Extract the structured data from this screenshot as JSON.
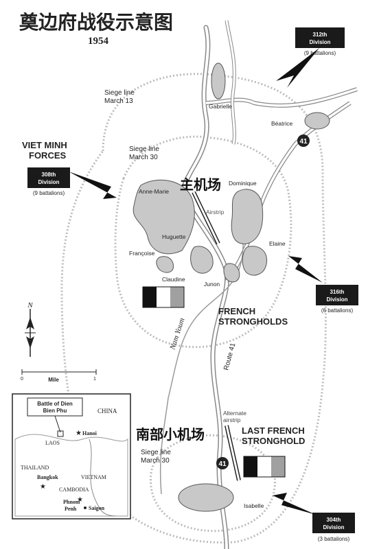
{
  "title": "奠边府战役示意图",
  "year": "1954",
  "viet_minh_forces": [
    "VIET MINH",
    "FORCES"
  ],
  "siege_lines": [
    {
      "line1": "Siege line",
      "line2": "March 13"
    },
    {
      "line1": "Siege line",
      "line2": "March 30"
    },
    {
      "line1": "Siege line",
      "line2": "March 30"
    }
  ],
  "divisions": [
    {
      "name1": "312th",
      "name2": "Division",
      "battalions": "(9 battalions)"
    },
    {
      "name1": "308th",
      "name2": "Division",
      "battalions": "(9 battalions)"
    },
    {
      "name1": "316th",
      "name2": "Division",
      "battalions": "(6 battalions)"
    },
    {
      "name1": "304th",
      "name2": "Division",
      "battalions": "(3 battalions)"
    }
  ],
  "strongholds": [
    "Gabrielle",
    "Béatrice",
    "Anne-Marie",
    "Dominique",
    "Huguette",
    "Françoise",
    "Claudine",
    "Junon",
    "Elaine",
    "Isabelle"
  ],
  "airstrip": "Airstrip",
  "alternate_airstrip": [
    "Alternate",
    "airstrip"
  ],
  "main_airfield_cn": "主机场",
  "south_airfield_cn": "南部小机场",
  "french_strongholds": [
    "FRENCH",
    "STRONGHOLDS"
  ],
  "last_french_stronghold": [
    "LAST FRENCH",
    "STRONGHOLD"
  ],
  "route_41_badge": "41",
  "route_41_label": "Route 41",
  "river": "Nam Youm",
  "compass_n": "N",
  "scale": {
    "start": "0",
    "end": "1",
    "unit": "Mile"
  },
  "inset": {
    "box_title": [
      "Battle of Dien",
      "Bien Phu"
    ],
    "china": "CHINA",
    "laos": "LAOS",
    "hanoi": "Hanoi",
    "thailand": "THAILAND",
    "vietnam": "VIETNAM",
    "bangkok": "Bangkok",
    "cambodia": "CAMBODIA",
    "phnom_penh": [
      "Phnom",
      "Penh"
    ],
    "saigon": "Saigon"
  },
  "colors": {
    "stronghold_fill": "#c8c8c8",
    "division_box": "#1a1a1a",
    "flag_blue": "#111111",
    "flag_white": "#ffffff",
    "flag_red": "#a0a0a0"
  }
}
